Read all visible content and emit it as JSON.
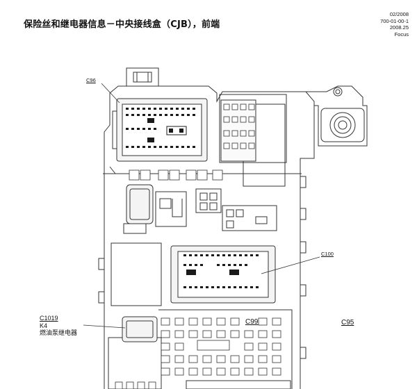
{
  "header": {
    "title": "保险丝和继电器信息－中央接线盒（CJB），前端",
    "meta_date": "02/2008",
    "meta_code": "700-01-00-1",
    "meta_rev": "2008.25",
    "meta_model": "Focus"
  },
  "labels": {
    "c96": "C96",
    "c100": "C100",
    "c99": "C99",
    "c95": "C95",
    "c1019": "C1019",
    "k4": "K4",
    "fuel_pump_relay": "燃油泵继电器"
  },
  "colors": {
    "line": "#333333",
    "connector_fill": "#f3f3f3",
    "pin": "#1a1a1a"
  }
}
